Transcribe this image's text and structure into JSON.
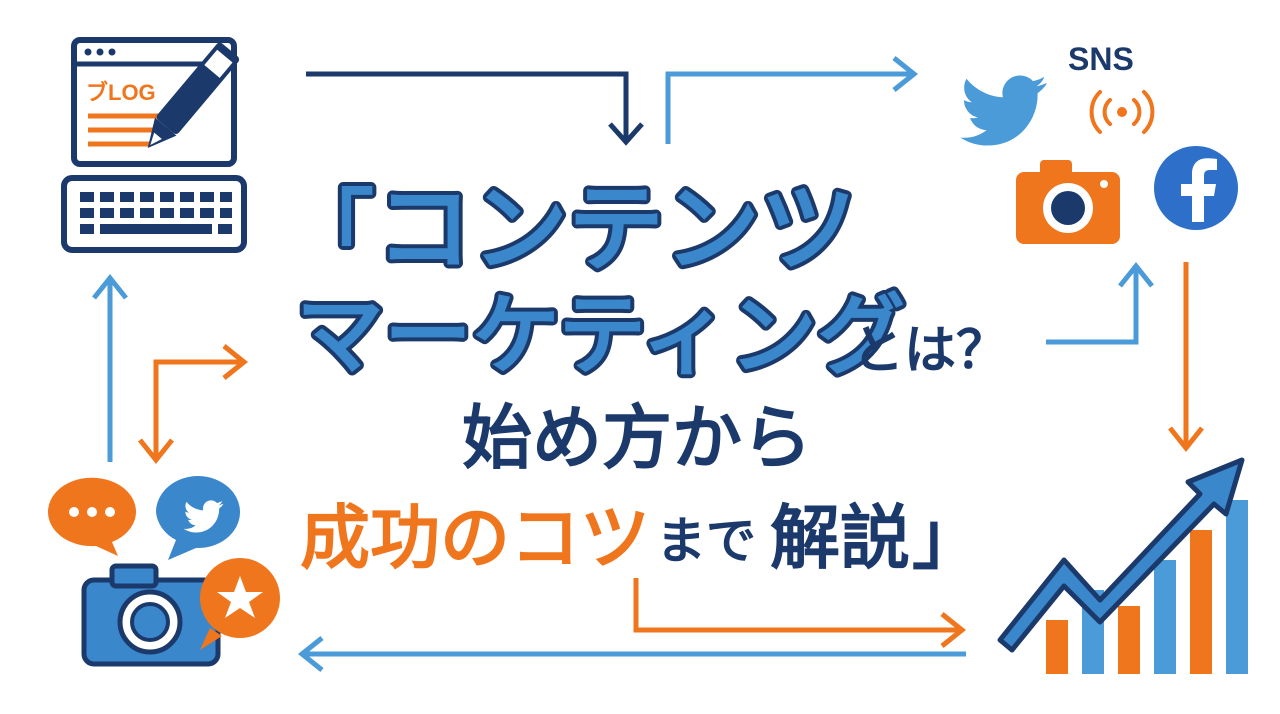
{
  "colors": {
    "navy": "#1b3a6b",
    "blue": "#3a87cc",
    "sky": "#4a9bd8",
    "orange": "#f0761e",
    "white": "#ffffff"
  },
  "blog": {
    "label": "ブLOG"
  },
  "sns": {
    "label": "SNS"
  },
  "title": {
    "open_bracket": "「",
    "line1": "コンテンツ",
    "line2_main": "マーケティング",
    "line2_tail": "とは？",
    "line3": "始め方から",
    "line4_orange": "成功のコツ",
    "line4_mid": "まで",
    "line4_tail": "解説",
    "close_bracket": "」"
  },
  "icons": {
    "blog": "blog-window-icon",
    "pen": "pen-icon",
    "keyboard": "keyboard-icon",
    "twitter": "twitter-bird-icon",
    "broadcast": "broadcast-icon",
    "camera": "camera-icon",
    "facebook": "facebook-icon",
    "chat": "chat-bubble-icon",
    "star": "star-bubble-icon",
    "chart": "growth-chart-icon"
  }
}
